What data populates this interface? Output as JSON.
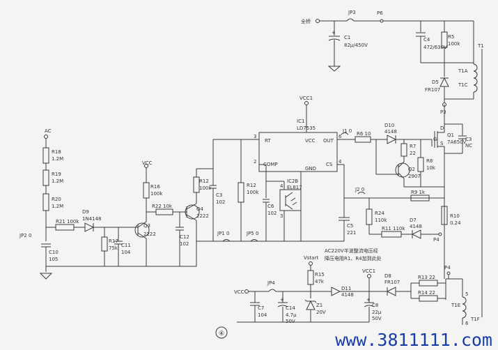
{
  "labels": {
    "quanqiao": "全桥",
    "JP3": "JP3",
    "P6": "P6",
    "C1": "C1",
    "C1v": "82μ/450V",
    "C4": "C4",
    "C4v": "472/630V",
    "R5": "R5",
    "R5v": "100k",
    "T1": "T1",
    "T1A": "T1A",
    "T1C": "T1C",
    "D5": "D5",
    "D5v": "FR107",
    "P3": "P3",
    "VCC1a": "VCC1",
    "IC1": "IC1",
    "IC1v": "LD7535",
    "RT": "RT",
    "VCC": "VCC",
    "OUT": "OUT",
    "COMP": "COMP",
    "GND": "GND",
    "CS": "CS",
    "pin3": "3",
    "pin6": "6",
    "pin2": "2",
    "pin4": "4",
    "J1": "J1  0",
    "R6": "R6  10",
    "D10": "D10",
    "D10v": "4148",
    "Q1": "Q1",
    "Q1v": "7A650V",
    "D": "D",
    "G": "G",
    "S": "S",
    "C3": "C3",
    "C3v": "NC",
    "R7": "R7",
    "R7v": "22",
    "R8": "R8",
    "R8v": "10k",
    "Q2": "Q2",
    "Q2v": "2907",
    "J2": "J2  0",
    "R9": "R9  1k",
    "R24": "R24",
    "R24v": "110k",
    "D7": "D7",
    "D7v": "4148",
    "R11": "R11  110k",
    "R10": "R10",
    "R10v": "0.24",
    "P4": "P4",
    "C5": "C5",
    "C5v": "221",
    "IC2B": "IC2B",
    "IC2Bv": "EL817",
    "ic2p3": "3",
    "ic2p4": "4",
    "C6": "C6",
    "C6v": "102",
    "JP1": "JP1  0",
    "JP5": "JP5  0",
    "R12": "R12",
    "R12v": "100k",
    "R12b": "R12",
    "R12bv": "100k",
    "C3b": "C3",
    "C3bv": "102",
    "Q4": "Q4",
    "Q4v": "2222",
    "C12": "C12",
    "C12v": "102",
    "R22": "R22  10k",
    "VCCb": "VCC",
    "R16": "R16",
    "R16v": "100k",
    "Q3": "Q3",
    "Q3v": "2222",
    "C11": "C11",
    "C11v": "104",
    "R17": "R17",
    "R17v": "75k",
    "D9": "D9",
    "D9v": "1N4148",
    "R21": "R21  100k",
    "JP2": "JP2  0",
    "C10": "C10",
    "C10v": "105",
    "AC": "AC",
    "R18": "R18",
    "R18v": "1.2M",
    "R19": "R19",
    "R19v": "1.2M",
    "R20": "R20",
    "R20v": "1.2M",
    "note1": "AC220V半波整流电压经",
    "note2": "降压电阻R1、R4加到此处",
    "Vstart": "Vstart",
    "R15": "R15",
    "R15v": "47k",
    "Z1": "Z1",
    "Z1v": "20V",
    "VCCc": "VCC",
    "JP4": "JP4",
    "C7": "C7",
    "C7v": "104",
    "C14": "C14",
    "C14v": "4.7μ",
    "C14v2": "50V",
    "D11": "D11",
    "D11v": "4148",
    "VCC1b": "VCC1",
    "C8": "C8",
    "C8v": "22μ",
    "C8v2": "50V",
    "D8": "D8",
    "D8v": "FR107",
    "R13": "R13  22",
    "R14": "R14  22",
    "P4b": "P4",
    "T1E": "T1E",
    "T1F": "T1F",
    "pin5": "5",
    "pin6b": "6",
    "circ4": "④"
  },
  "watermark": "www.3811111.com"
}
